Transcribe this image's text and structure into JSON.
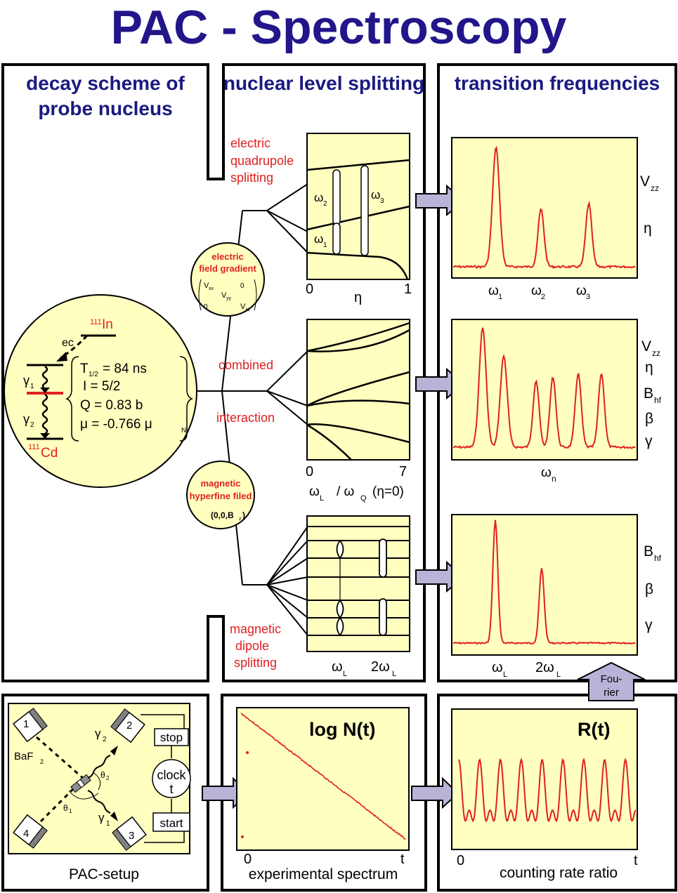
{
  "title": "PAC - Spectroscopy",
  "colors": {
    "title": "#22168a",
    "panel_fill": "#ffffc0",
    "accent_red": "#e02020",
    "arrow_fill": "#b8b4d8",
    "frame": "#000000"
  },
  "sections": {
    "decay_scheme": {
      "heading_line1": "decay scheme of",
      "heading_line2": "probe nucleus",
      "parent": "In",
      "parent_mass": "111",
      "daughter": "Cd",
      "daughter_mass": "111",
      "ec": "ec",
      "gamma1": "γ",
      "gamma1_sub": "1",
      "gamma2": "γ",
      "gamma2_sub": "2",
      "half_life_label": "T",
      "half_life_sub": "1/2",
      "half_life_value": "= 84 ns",
      "spin": "I    = 5/2",
      "quadrupole": "Q  = 0.83 b",
      "moment": "μ   = -0.766 μ",
      "moment_sub": "N"
    },
    "splitting": {
      "heading": "nuclear level splitting",
      "efg_title_line1": "electric",
      "efg_title_line2": "field gradient",
      "tensor_xx": "V",
      "tensor_xx_sub": "xx",
      "tensor_yy": "V",
      "tensor_yy_sub": "yy",
      "tensor_zz": "V",
      "tensor_zz_sub": "zz",
      "zero": "0",
      "mag_title_line1": "magnetic",
      "mag_title_line2": "hyperfine filed",
      "mag_vector": "(0,0,B",
      "mag_vector_sub": "z",
      "mag_vector_end": ")",
      "electric_label": [
        "electric",
        "quadrupole",
        "splitting"
      ],
      "combined_label1": "combined",
      "combined_label2": "interaction",
      "magnetic_label": [
        "magnetic",
        "dipole",
        "splitting"
      ],
      "omega1": "ω",
      "omega1_sub": "1",
      "omega2": "ω",
      "omega2_sub": "2",
      "omega3": "ω",
      "omega3_sub": "3",
      "eta_axis_start": "0",
      "eta_axis_label": "η",
      "eta_axis_end": "1",
      "comb_axis_start": "0",
      "comb_axis_end": "7",
      "comb_axis_label_a": "ω",
      "comb_axis_label_a_sub": "L",
      "comb_axis_label_b": "/ ω",
      "comb_axis_label_b_sub": "Q",
      "comb_axis_label_c": "(η=0)",
      "mag_axis_1": "ω",
      "mag_axis_1_sub": "L",
      "mag_axis_2": "2ω",
      "mag_axis_2_sub": "L"
    },
    "frequencies": {
      "heading": "transition frequencies",
      "spec1_peaks": [
        "ω",
        "ω",
        "ω"
      ],
      "spec1_peak_subs": [
        "1",
        "2",
        "3"
      ],
      "spec1_params": [
        "V",
        "η"
      ],
      "spec1_params_sub": [
        "zz",
        ""
      ],
      "spec2_axis": "ω",
      "spec2_axis_sub": "n",
      "spec2_params": [
        "V",
        "η",
        "B",
        "β",
        "γ"
      ],
      "spec2_params_sub": [
        "zz",
        "",
        "hf",
        "",
        ""
      ],
      "spec3_axis_1": "ω",
      "spec3_axis_1_sub": "L",
      "spec3_axis_2": "2ω",
      "spec3_axis_2_sub": "L",
      "spec3_params": [
        "B",
        "β",
        "γ"
      ],
      "spec3_params_sub": [
        "hf",
        "",
        ""
      ],
      "fourier_line1": "Fou-",
      "fourier_line2": "rier"
    },
    "setup": {
      "caption": "PAC-setup",
      "detectors": [
        "1",
        "2",
        "3",
        "4"
      ],
      "baf": "BaF",
      "baf_sub": "2",
      "gamma1": "γ",
      "gamma1_sub": "1",
      "gamma2": "γ",
      "gamma2_sub": "2",
      "theta1": "θ",
      "theta1_sub": "1",
      "theta2": "θ",
      "theta2_sub": "2",
      "stop": "stop",
      "start": "start",
      "clock_line1": "clock",
      "clock_line2": "t"
    },
    "experimental": {
      "title": "log N(t)",
      "caption": "experimental spectrum",
      "axis_start": "0",
      "axis_end": "t"
    },
    "ratio": {
      "title": "R(t)",
      "caption": "counting rate ratio",
      "axis_start": "0",
      "axis_end": "t"
    }
  }
}
